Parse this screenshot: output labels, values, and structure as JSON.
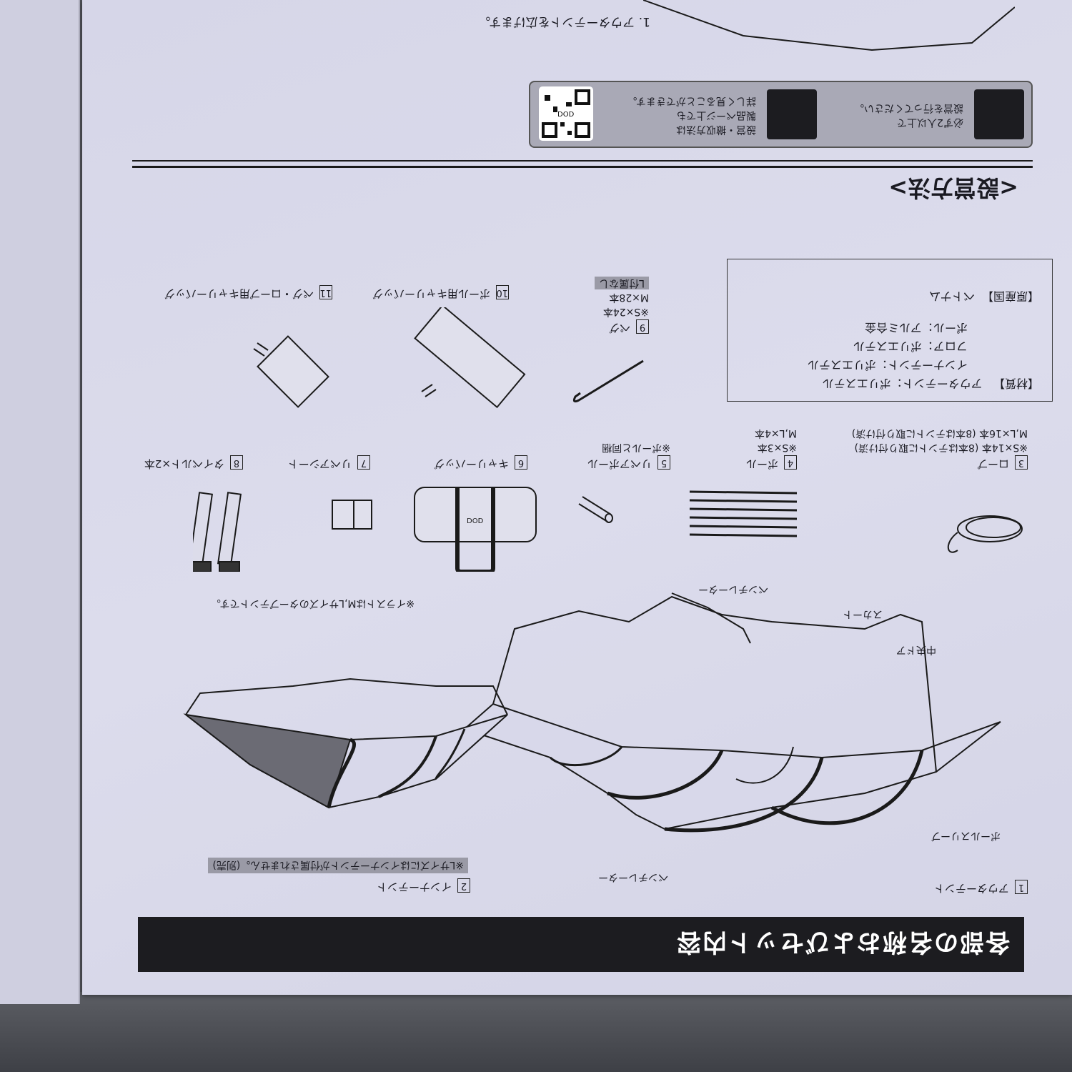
{
  "header": {
    "title": "各部の名称およびセット内容"
  },
  "tent_labels": {
    "outer": {
      "num": "1",
      "label": "アウターテント"
    },
    "inner": {
      "num": "2",
      "label": "インナーテント"
    },
    "inner_note": "※Lサイズにはインナーテントが付属されません。(別売)",
    "pole_sleeve": "ポールスリーブ",
    "ventilator_bottom": "ベンチレーター",
    "center_door": "中央ドア",
    "skirt": "スカート",
    "ventilator_top": "ベンチレーター",
    "illustration_note": "※イラストはM,Lサイズのタープテントです。"
  },
  "items": [
    {
      "num": "3",
      "label": "ロープ",
      "notes": [
        "※S×14本 (8本はテントに取り付け済)",
        "M,L×16本 (8本はテントに取り付け済)"
      ]
    },
    {
      "num": "4",
      "label": "ポール",
      "notes": [
        "※S×3本",
        "M,L×4本"
      ]
    },
    {
      "num": "5",
      "label": "リペアポール",
      "notes": [
        "※ポールと同梱"
      ]
    },
    {
      "num": "6",
      "label": "キャリーバッグ",
      "notes": []
    },
    {
      "num": "7",
      "label": "リペアシート",
      "notes": []
    },
    {
      "num": "8",
      "label": "タイベルト×2本",
      "notes": []
    },
    {
      "num": "9",
      "label": "ペグ",
      "notes": [
        "※S×24本",
        "M×28本"
      ],
      "tag": "L付属なし"
    },
    {
      "num": "10",
      "label": "ポール用キャリーバッグ",
      "notes": []
    },
    {
      "num": "11",
      "label": "ペグ・ロープ用キャリーバッグ",
      "notes": []
    }
  ],
  "bag_logo": "DOD",
  "materials": {
    "heading": "【材質】",
    "lines": [
      "アウターテント：ポリエステル",
      "インナーテント：ポリエステル",
      "フロア：ポリエステル",
      "ポール：アルミ合金"
    ],
    "origin_heading": "【原産国】",
    "origin": "ベトナム"
  },
  "setup": {
    "title": "<設営方法>",
    "info_people": [
      "必ず2人以上で",
      "設営を行ってください。"
    ],
    "info_web": [
      "設営・撤収方法は",
      "製品ページ上でも",
      "詳しく見ることができます。"
    ],
    "qr_label": "DOD",
    "step1": "1. アウターテントを広げます。"
  }
}
